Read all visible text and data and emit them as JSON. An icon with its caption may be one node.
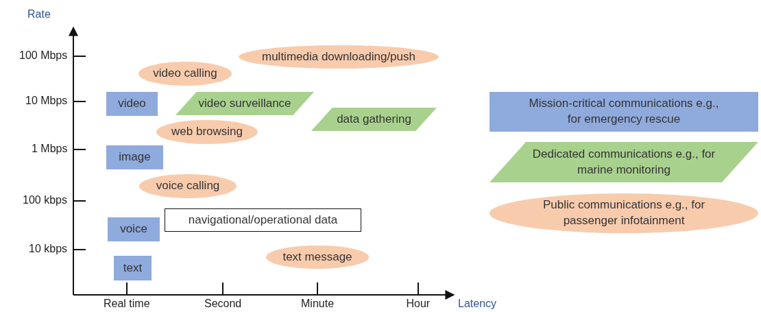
{
  "diagram": {
    "nodes": [
      {
        "text": [
          "multimedia downloading/push"
        ]
      },
      {
        "text": [
          "video calling"
        ]
      },
      {
        "text": [
          "video"
        ]
      },
      {
        "text": [
          "video surveillance"
        ]
      },
      {
        "text": [
          "Mission-critical communications e.g., for emergency rescue"
        ]
      },
      {
        "text": [
          "data gathering"
        ]
      },
      {
        "text": [
          "web browsing"
        ]
      },
      {
        "text": [
          "image"
        ]
      },
      {
        "text": [
          "Dedicated communications e.g., for marine monitoring"
        ]
      },
      {
        "text": [
          "voice calling"
        ]
      },
      {
        "text": [
          "Public communications e.g., for passenger infotainment"
        ]
      },
      {
        "text": [
          "navigational/operational data"
        ]
      },
      {
        "text": [
          "voice"
        ]
      },
      {
        "text": [
          "text message"
        ]
      },
      {
        "text": [
          "text"
        ]
      }
    ],
    "labels": [
      "Rate",
      "100 Mbps",
      "10 Mbps",
      "1 Mbps",
      "100 kbps",
      "10 kbps",
      "Real time",
      "Second",
      "Minute",
      "Hour",
      "Latency"
    ]
  }
}
